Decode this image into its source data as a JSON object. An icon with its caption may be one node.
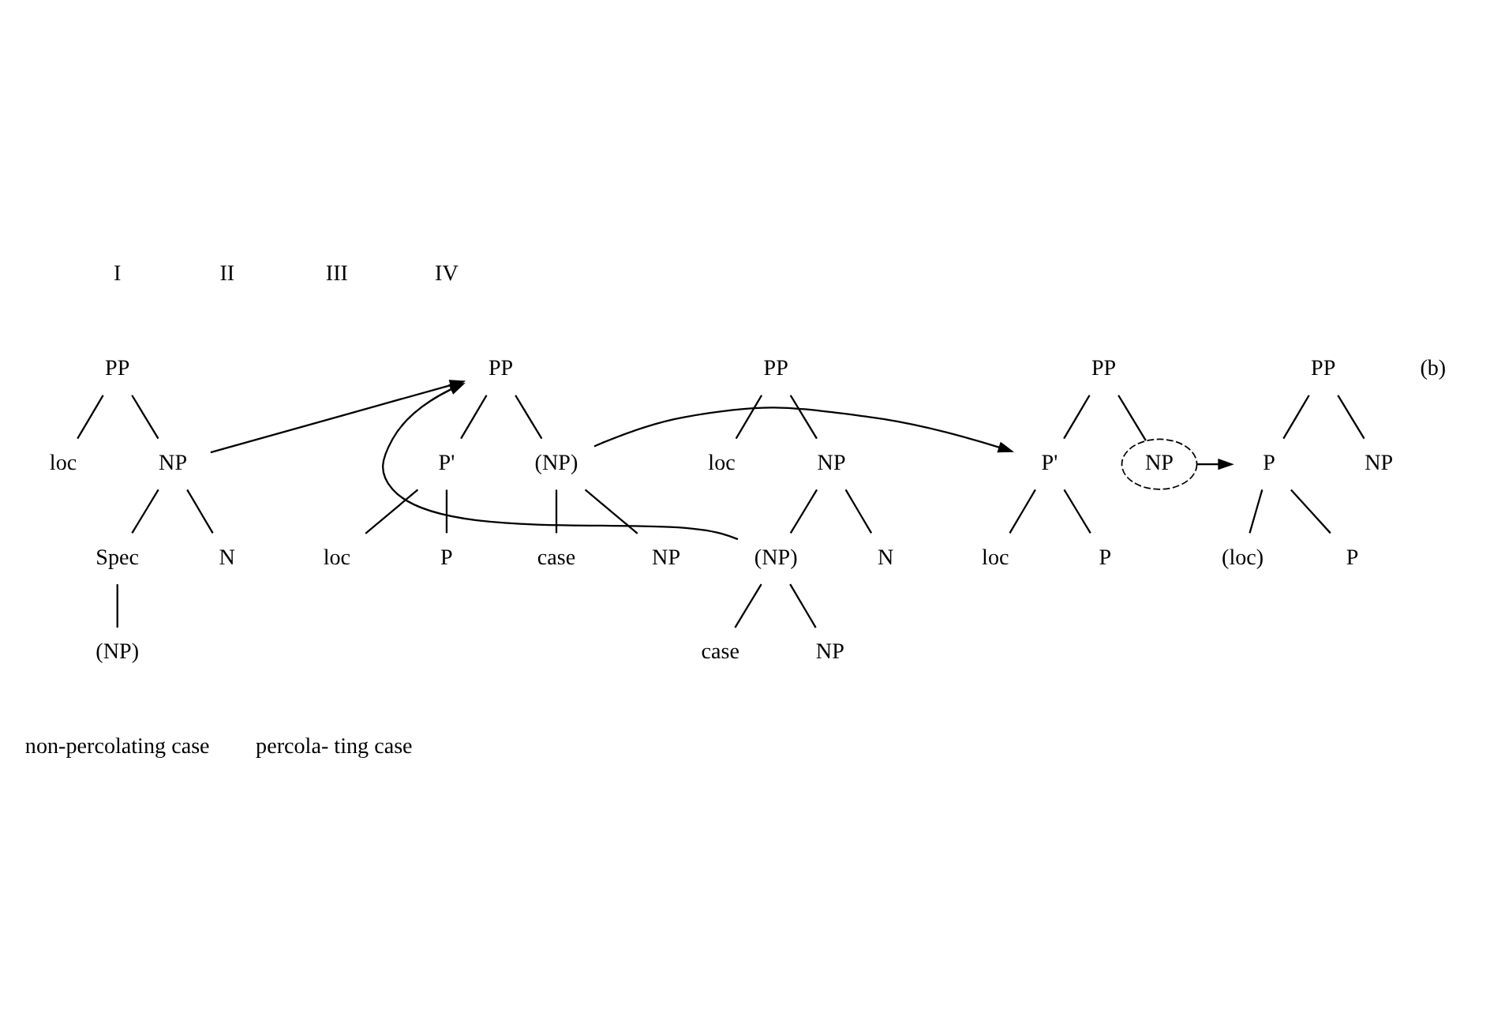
{
  "diagram": {
    "nodes": [
      {
        "text": [
          "PP"
        ]
      },
      {
        "text": [
          "loc"
        ]
      },
      {
        "text": [
          "NP"
        ]
      },
      {
        "text": [
          "Spec"
        ]
      },
      {
        "text": [
          "N"
        ]
      },
      {
        "text": [
          "(NP)"
        ]
      },
      {
        "text": [
          "PP"
        ]
      },
      {
        "text": [
          "loc"
        ]
      },
      {
        "text": [
          "NP"
        ]
      },
      {
        "text": [
          "N"
        ]
      },
      {
        "text": [
          "(NP)"
        ]
      },
      {
        "text": [
          "case"
        ]
      },
      {
        "text": [
          "NP"
        ]
      },
      {
        "text": [
          "PP"
        ]
      },
      {
        "text": [
          "P'"
        ]
      },
      {
        "text": [
          "(NP)"
        ]
      },
      {
        "text": [
          "loc"
        ]
      },
      {
        "text": [
          "P"
        ]
      },
      {
        "text": [
          "case"
        ]
      },
      {
        "text": [
          "NP"
        ]
      },
      {
        "text": [
          "PP"
        ]
      },
      {
        "text": [
          "P'"
        ]
      },
      {
        "text": [
          "NP"
        ]
      },
      {
        "text": [
          "loc"
        ]
      },
      {
        "text": [
          "P"
        ]
      },
      {
        "text": [
          "PP"
        ]
      },
      {
        "text": [
          "P"
        ]
      },
      {
        "text": [
          "NP"
        ]
      },
      {
        "text": [
          "(loc)"
        ]
      },
      {
        "text": [
          "P"
        ]
      }
    ],
    "edges": [
      {
        "from": 0,
        "to": 1,
        "arrow": "none"
      },
      {
        "from": 0,
        "to": 2,
        "arrow": "none"
      },
      {
        "from": 2,
        "to": 3,
        "arrow": "none"
      },
      {
        "from": 2,
        "to": 4,
        "arrow": "none"
      },
      {
        "from": 3,
        "to": 5,
        "arrow": "none"
      },
      {
        "from": 6,
        "to": 7,
        "arrow": "none"
      },
      {
        "from": 6,
        "to": 8,
        "arrow": "none"
      },
      {
        "from": 8,
        "to": 9,
        "arrow": "none"
      },
      {
        "from": 8,
        "to": 10,
        "arrow": "none"
      },
      {
        "from": 10,
        "to": 11,
        "arrow": "none"
      },
      {
        "from": 10,
        "to": 12,
        "arrow": "none"
      },
      {
        "from": 13,
        "to": 14,
        "arrow": "none"
      },
      {
        "from": 13,
        "to": 15,
        "arrow": "none"
      },
      {
        "from": 14,
        "to": 16,
        "arrow": "none"
      },
      {
        "from": 14,
        "to": 17,
        "arrow": "none"
      },
      {
        "from": 15,
        "to": 18,
        "arrow": "none"
      },
      {
        "from": 15,
        "to": 19,
        "arrow": "none"
      },
      {
        "from": 20,
        "to": 21,
        "arrow": "none"
      },
      {
        "from": 20,
        "to": 22,
        "arrow": "none"
      },
      {
        "from": 21,
        "to": 23,
        "arrow": "none"
      },
      {
        "from": 21,
        "to": 24,
        "arrow": "none"
      },
      {
        "from": 25,
        "to": 26,
        "arrow": "none"
      },
      {
        "from": 25,
        "to": 27,
        "arrow": "none"
      },
      {
        "from": 26,
        "to": 28,
        "arrow": "none"
      },
      {
        "from": 26,
        "to": 29,
        "arrow": "none"
      },
      {
        "from": 2,
        "to": 13,
        "arrow": "to"
      },
      {
        "from": 10,
        "to": 13,
        "arrow": "to"
      },
      {
        "from": 15,
        "to": 21,
        "arrow": "to"
      },
      {
        "from": 22,
        "to": 26,
        "arrow": "to"
      }
    ],
    "labels": [
      "I",
      "II",
      "III",
      "IV",
      "(b)",
      "non-percolating case",
      "percola- ting case"
    ]
  }
}
